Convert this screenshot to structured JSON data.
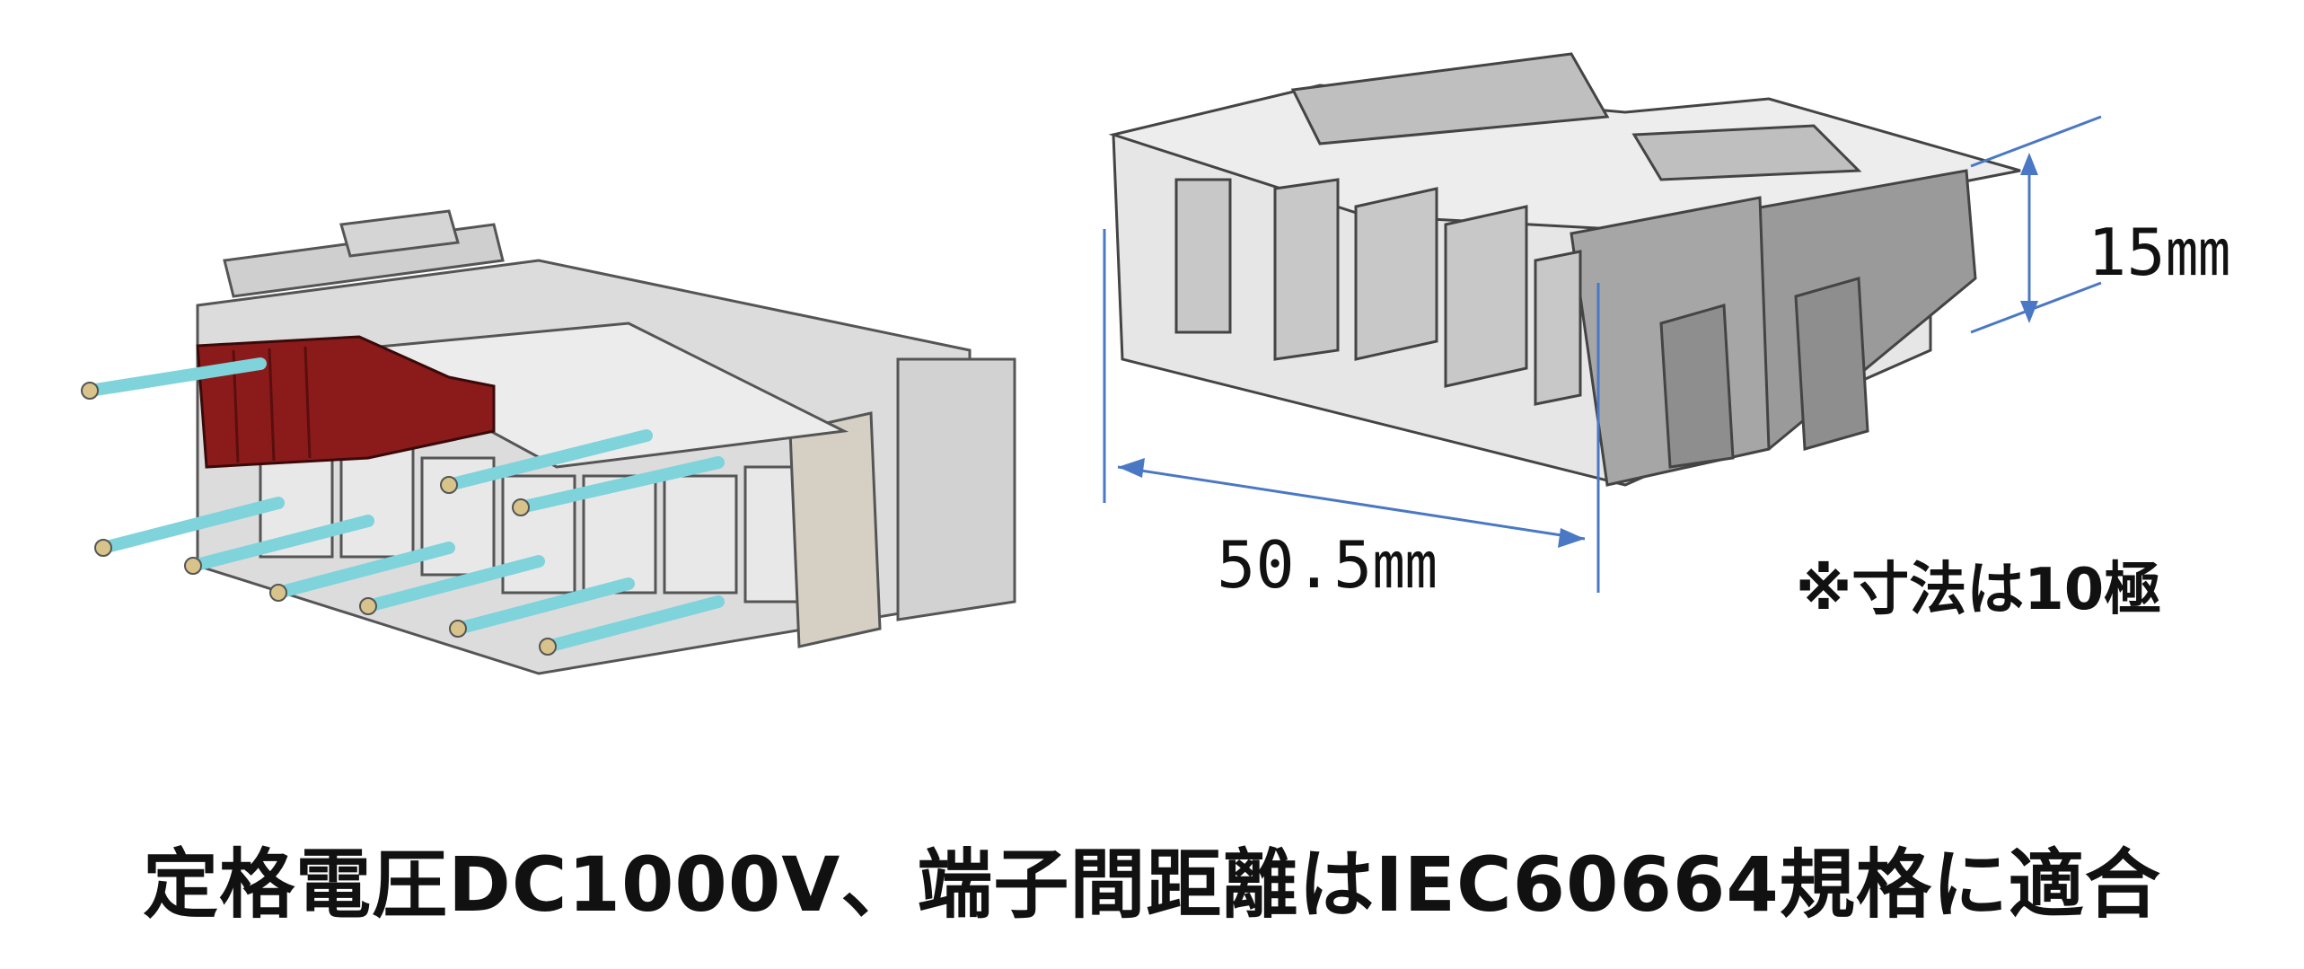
{
  "dimensions": {
    "width_label": "50.5㎜",
    "height_label": "15㎜",
    "note": "※寸法は10極"
  },
  "caption": "定格電圧DC1000V、端子間距離はIEC60664規格に適合",
  "colors": {
    "latch_red": "#8b1a1a",
    "pin_cyan": "#7fd3da",
    "housing_gray": "#d8d8d8",
    "housing_dark": "#9a9a9a",
    "tan_lock": "#d6d0c4",
    "dimension_blue": "#4a78c4"
  },
  "icons": [
    "connector-assembly-illustration",
    "connector-housing-illustration"
  ]
}
